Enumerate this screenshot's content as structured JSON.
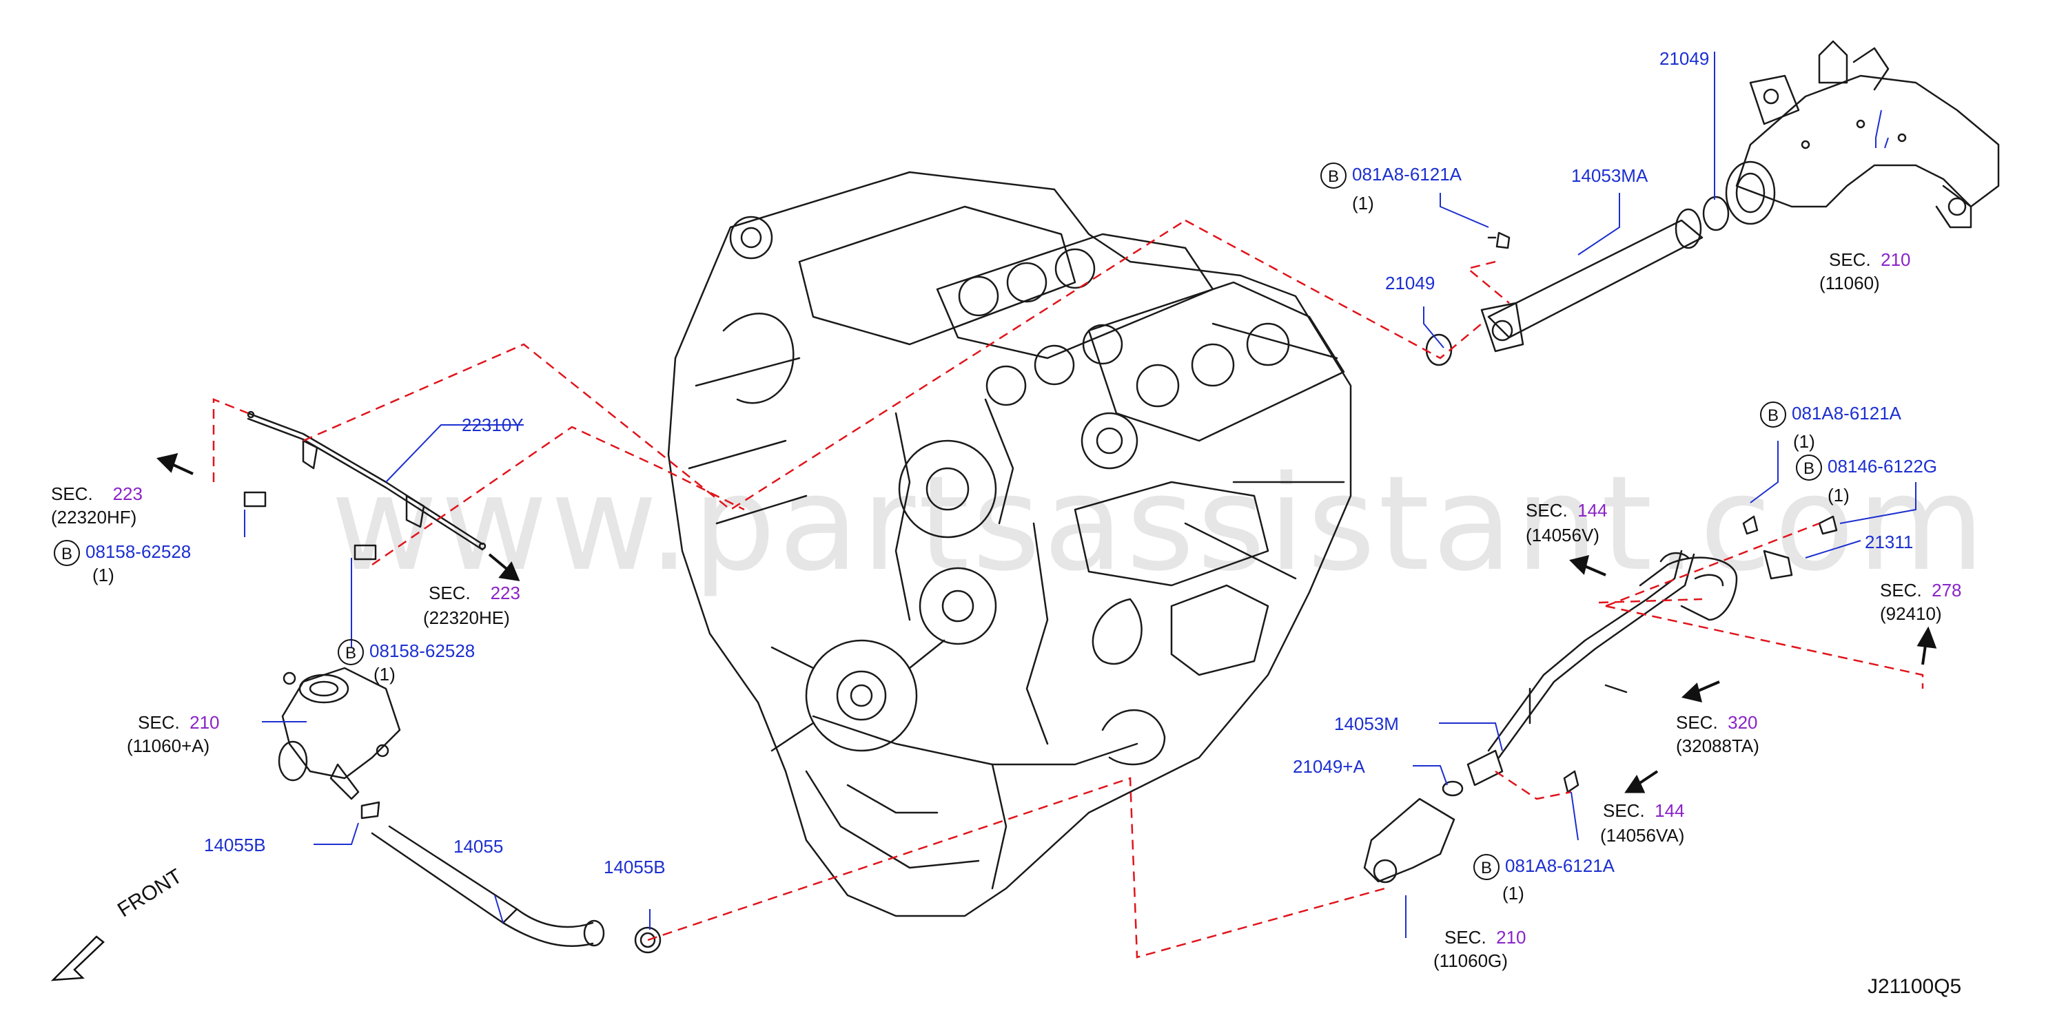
{
  "watermark": "www.partsassistant.com",
  "diagram_code": "J21100Q5",
  "front_label": "FRONT",
  "colors": {
    "callout_blue": "#1c2fd0",
    "sec_purple": "#8a23c8",
    "dashed_red": "#e0141b"
  },
  "labels": {
    "p21049_top": "21049",
    "p14053MA": "14053MA",
    "b_081A8_top": "081A8-6121A",
    "qty_1": "(1)",
    "p21049_mid": "21049",
    "sec_text": "SEC.",
    "sec_210_top_num": "210",
    "sec_210_top_ref": "(11060)",
    "p22310Y": "22310Y",
    "sec_223_left_num": "223",
    "sec_223_left_ref": "(22320HF)",
    "b_08158_left": "08158-62528",
    "sec_223_mid_num": "223",
    "sec_223_mid_ref": "(22320HE)",
    "b_08158_mid": "08158-62528",
    "sec_210_left_num": "210",
    "sec_210_left_ref": "(11060+A)",
    "p14055B_left": "14055B",
    "p14055": "14055",
    "p14055B_right": "14055B",
    "b_081A8_right": "081A8-6121A",
    "b_08146": "08146-6122G",
    "sec_144_top_num": "144",
    "sec_144_top_ref": "(14056V)",
    "p21311": "21311",
    "sec_278_num": "278",
    "sec_278_ref": "(92410)",
    "p14053M": "14053M",
    "p21049A": "21049+A",
    "sec_320_num": "320",
    "sec_320_ref": "(32088TA)",
    "sec_144_bot_num": "144",
    "sec_144_bot_ref": "(14056VA)",
    "b_081A8_bot": "081A8-6121A",
    "sec_210_bot_num": "210",
    "sec_210_bot_ref": "(11060G)",
    "b_letter": "B"
  }
}
